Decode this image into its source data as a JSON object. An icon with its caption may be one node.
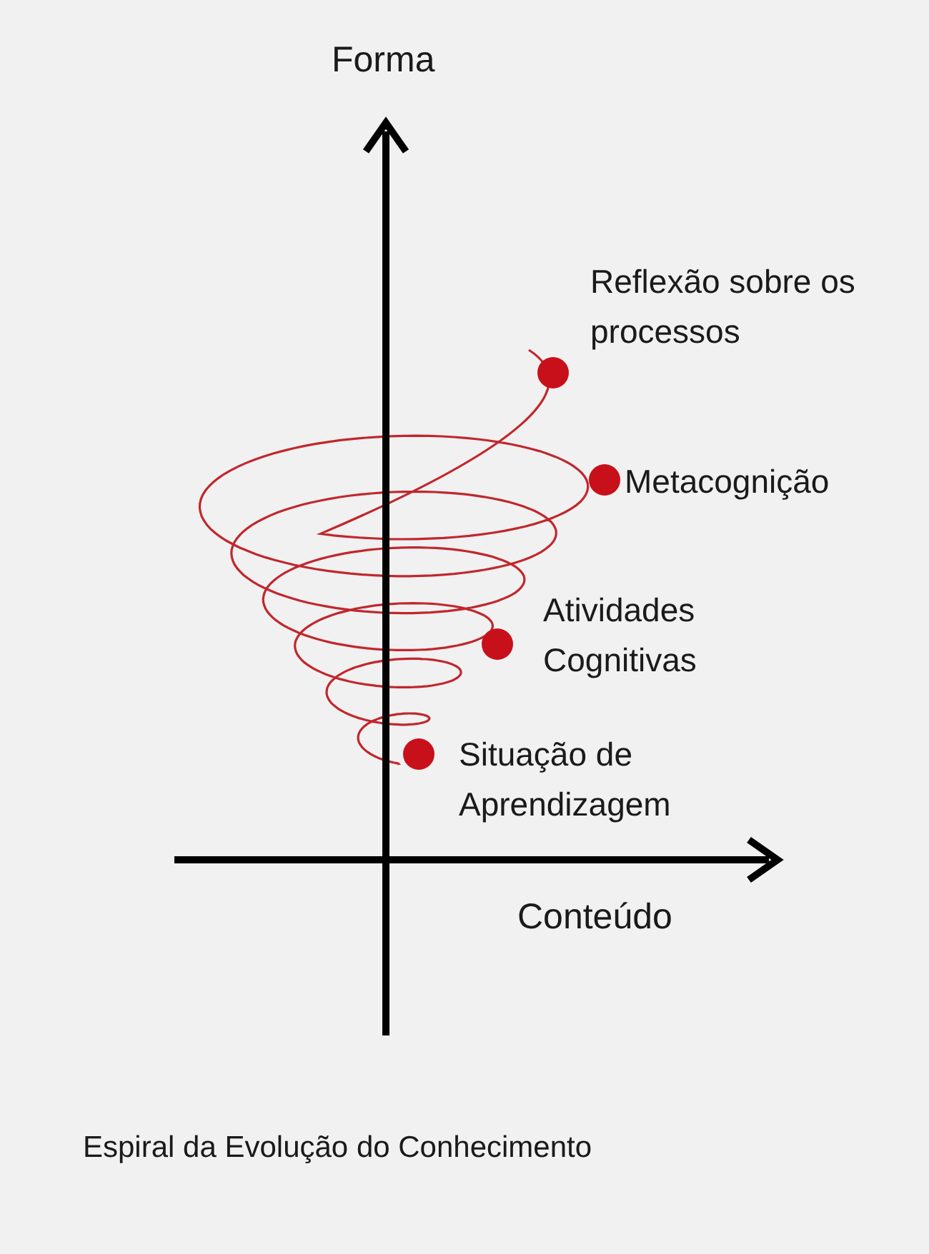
{
  "diagram": {
    "caption": "Espiral da Evolução do Conhecimento",
    "nodes": [
      {
        "text": [],
        "shape": "circle",
        "beside": [
          "Reflexão sobre os processos"
        ]
      },
      {
        "text": [],
        "shape": "circle",
        "beside": [
          "Metacognição"
        ]
      },
      {
        "text": [],
        "shape": "circle",
        "beside": [
          "Atividades Cognitivas"
        ]
      },
      {
        "text": [],
        "shape": "circle",
        "beside": [
          "Situação de Aprendizagem"
        ]
      }
    ],
    "edges": [],
    "labels": [
      "Forma",
      "Conteúdo"
    ]
  }
}
